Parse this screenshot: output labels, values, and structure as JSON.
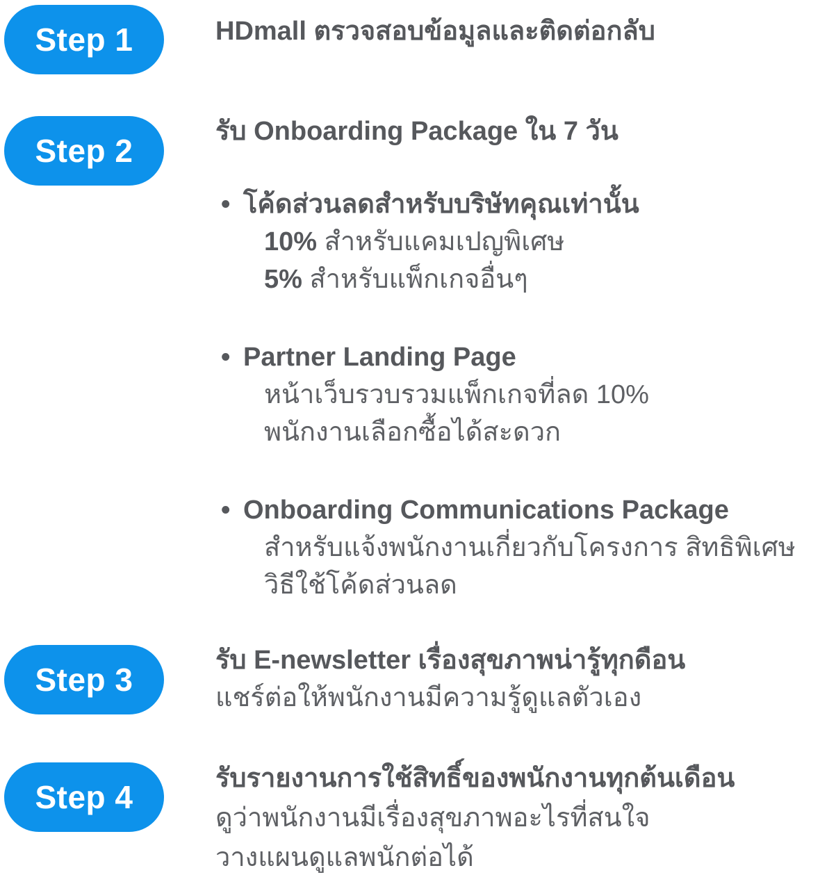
{
  "colors": {
    "pill_blue": "#0d92eb",
    "pill_text": "#ffffff",
    "heading_gray": "#56585c",
    "body_gray": "#5e6064",
    "background": "#ffffff"
  },
  "steps": [
    {
      "label": "Step 1",
      "title": "HDmall ตรวจสอบข้อมูลและติดต่อกลับ"
    },
    {
      "label": "Step 2",
      "title": "รับ Onboarding Package ใน 7 วัน",
      "bullets": [
        {
          "title": "โค้ดส่วนลดสำหรับบริษัทคุณเท่านั้น",
          "lines": [
            {
              "bold": "10%",
              "text": " สำหรับแคมเปญพิเศษ"
            },
            {
              "bold": "5%",
              "text": " สำหรับแพ็กเกจอื่นๆ"
            }
          ]
        },
        {
          "title": "Partner Landing Page",
          "lines": [
            {
              "bold": "",
              "text": "หน้าเว็บรวบรวมแพ็กเกจที่ลด 10%"
            },
            {
              "bold": "",
              "text": "พนักงานเลือกซื้อได้สะดวก"
            }
          ]
        },
        {
          "title": "Onboarding Communications Package",
          "lines": [
            {
              "bold": "",
              "text": "สำหรับแจ้งพนักงานเกี่ยวกับโครงการ สิทธิพิเศษ"
            },
            {
              "bold": "",
              "text": "วิธีใช้โค้ดส่วนลด"
            }
          ]
        }
      ],
      "bullet_glyph": "•"
    },
    {
      "label": "Step 3",
      "title": "รับ E-newsletter เรื่องสุขภาพน่ารู้ทุกดือน",
      "subtitle": "แชร์ต่อให้พนักงานมีความรู้ดูแลตัวเอง"
    },
    {
      "label": "Step 4",
      "title": "รับรายงานการใช้สิทธิ์ของพนักงานทุกต้นเดือน",
      "lines": [
        "ดูว่าพนักงานมีเรื่องสุขภาพอะไรที่สนใจ",
        "วางแผนดูแลพนักต่อได้"
      ]
    }
  ]
}
